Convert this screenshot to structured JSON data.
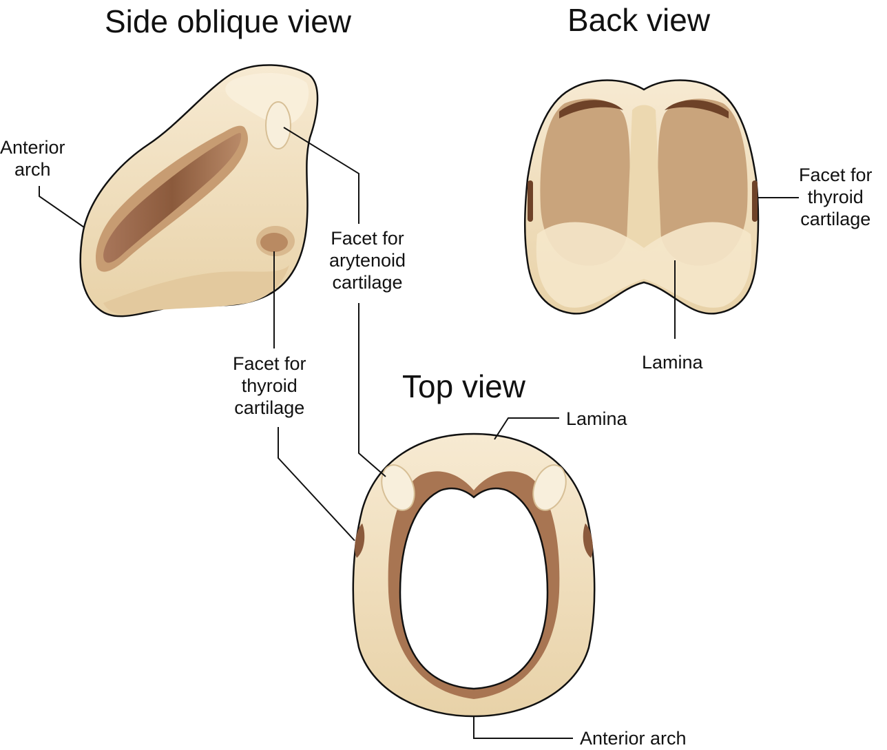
{
  "views": {
    "side": {
      "title": "Side oblique view"
    },
    "back": {
      "title": "Back view"
    },
    "top": {
      "title": "Top view"
    }
  },
  "labels": {
    "side_anterior_arch": [
      "Anterior",
      "arch"
    ],
    "side_facet_arytenoid": [
      "Facet for",
      "arytenoid",
      "cartilage"
    ],
    "side_facet_thyroid": [
      "Facet for",
      "thyroid",
      "cartilage"
    ],
    "back_facet_thyroid": [
      "Facet for",
      "thyroid",
      "cartilage"
    ],
    "back_lamina": "Lamina",
    "top_lamina": "Lamina",
    "top_anterior_arch": "Anterior arch"
  },
  "colors": {
    "cartilage": "#efdcb6",
    "cartilage_light": "#f8edd6",
    "cartilage_shadow": "#c9a47c",
    "cartilage_dark": "#8b5a3c",
    "outline": "#111111"
  }
}
